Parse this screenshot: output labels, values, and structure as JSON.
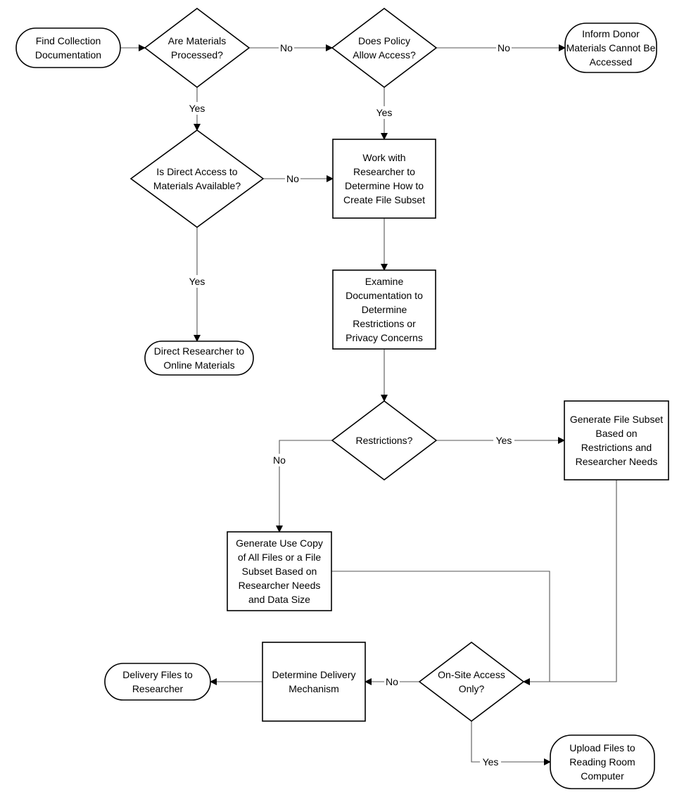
{
  "nodes": {
    "find_collection": {
      "shape": "terminal",
      "lines": [
        "Find Collection",
        "Documentation"
      ]
    },
    "are_processed": {
      "shape": "decision",
      "lines": [
        "Are Materials",
        "Processed?"
      ]
    },
    "policy_allow": {
      "shape": "decision",
      "lines": [
        "Does Policy",
        "Allow Access?"
      ]
    },
    "inform_donor": {
      "shape": "terminal",
      "lines": [
        "Inform Donor",
        "Materials Cannot Be",
        "Accessed"
      ]
    },
    "direct_access": {
      "shape": "decision",
      "lines": [
        "Is Direct Access to",
        "Materials Available?"
      ]
    },
    "work_with_researcher": {
      "shape": "process",
      "lines": [
        "Work with",
        "Researcher to",
        "Determine How to",
        "Create File Subset"
      ]
    },
    "examine_docs": {
      "shape": "process",
      "lines": [
        "Examine",
        "Documentation to",
        "Determine",
        "Restrictions or",
        "Privacy Concerns"
      ]
    },
    "direct_online": {
      "shape": "terminal",
      "lines": [
        "Direct Researcher to",
        "Online Materials"
      ]
    },
    "restrictions": {
      "shape": "decision",
      "lines": [
        "Restrictions?"
      ]
    },
    "generate_subset": {
      "shape": "process",
      "lines": [
        "Generate File Subset",
        "Based on",
        "Restrictions and",
        "Researcher Needs"
      ]
    },
    "generate_use_copy": {
      "shape": "process",
      "lines": [
        "Generate Use Copy",
        "of All Files or a File",
        "Subset Based on",
        "Researcher Needs",
        "and Data Size"
      ]
    },
    "onsite_only": {
      "shape": "decision",
      "lines": [
        "On-Site Access",
        "Only?"
      ]
    },
    "delivery_mechanism": {
      "shape": "process",
      "lines": [
        "Determine Delivery",
        "Mechanism"
      ]
    },
    "delivery_files": {
      "shape": "terminal",
      "lines": [
        "Delivery Files to",
        "Researcher"
      ]
    },
    "upload_files": {
      "shape": "terminal",
      "lines": [
        "Upload Files to",
        "Reading Room",
        "Computer"
      ]
    }
  },
  "edges": [
    {
      "from": "find_collection",
      "to": "are_processed",
      "label": ""
    },
    {
      "from": "are_processed",
      "to": "policy_allow",
      "label": "No"
    },
    {
      "from": "policy_allow",
      "to": "inform_donor",
      "label": "No"
    },
    {
      "from": "are_processed",
      "to": "direct_access",
      "label": "Yes"
    },
    {
      "from": "policy_allow",
      "to": "work_with_researcher",
      "label": "Yes"
    },
    {
      "from": "direct_access",
      "to": "work_with_researcher",
      "label": "No"
    },
    {
      "from": "direct_access",
      "to": "direct_online",
      "label": "Yes"
    },
    {
      "from": "work_with_researcher",
      "to": "examine_docs",
      "label": ""
    },
    {
      "from": "examine_docs",
      "to": "restrictions",
      "label": ""
    },
    {
      "from": "restrictions",
      "to": "generate_subset",
      "label": "Yes"
    },
    {
      "from": "restrictions",
      "to": "generate_use_copy",
      "label": "No"
    },
    {
      "from": "generate_use_copy",
      "to": "onsite_only",
      "label": ""
    },
    {
      "from": "generate_subset",
      "to": "onsite_only",
      "label": ""
    },
    {
      "from": "onsite_only",
      "to": "delivery_mechanism",
      "label": "No"
    },
    {
      "from": "delivery_mechanism",
      "to": "delivery_files",
      "label": ""
    },
    {
      "from": "onsite_only",
      "to": "upload_files",
      "label": "Yes"
    }
  ]
}
